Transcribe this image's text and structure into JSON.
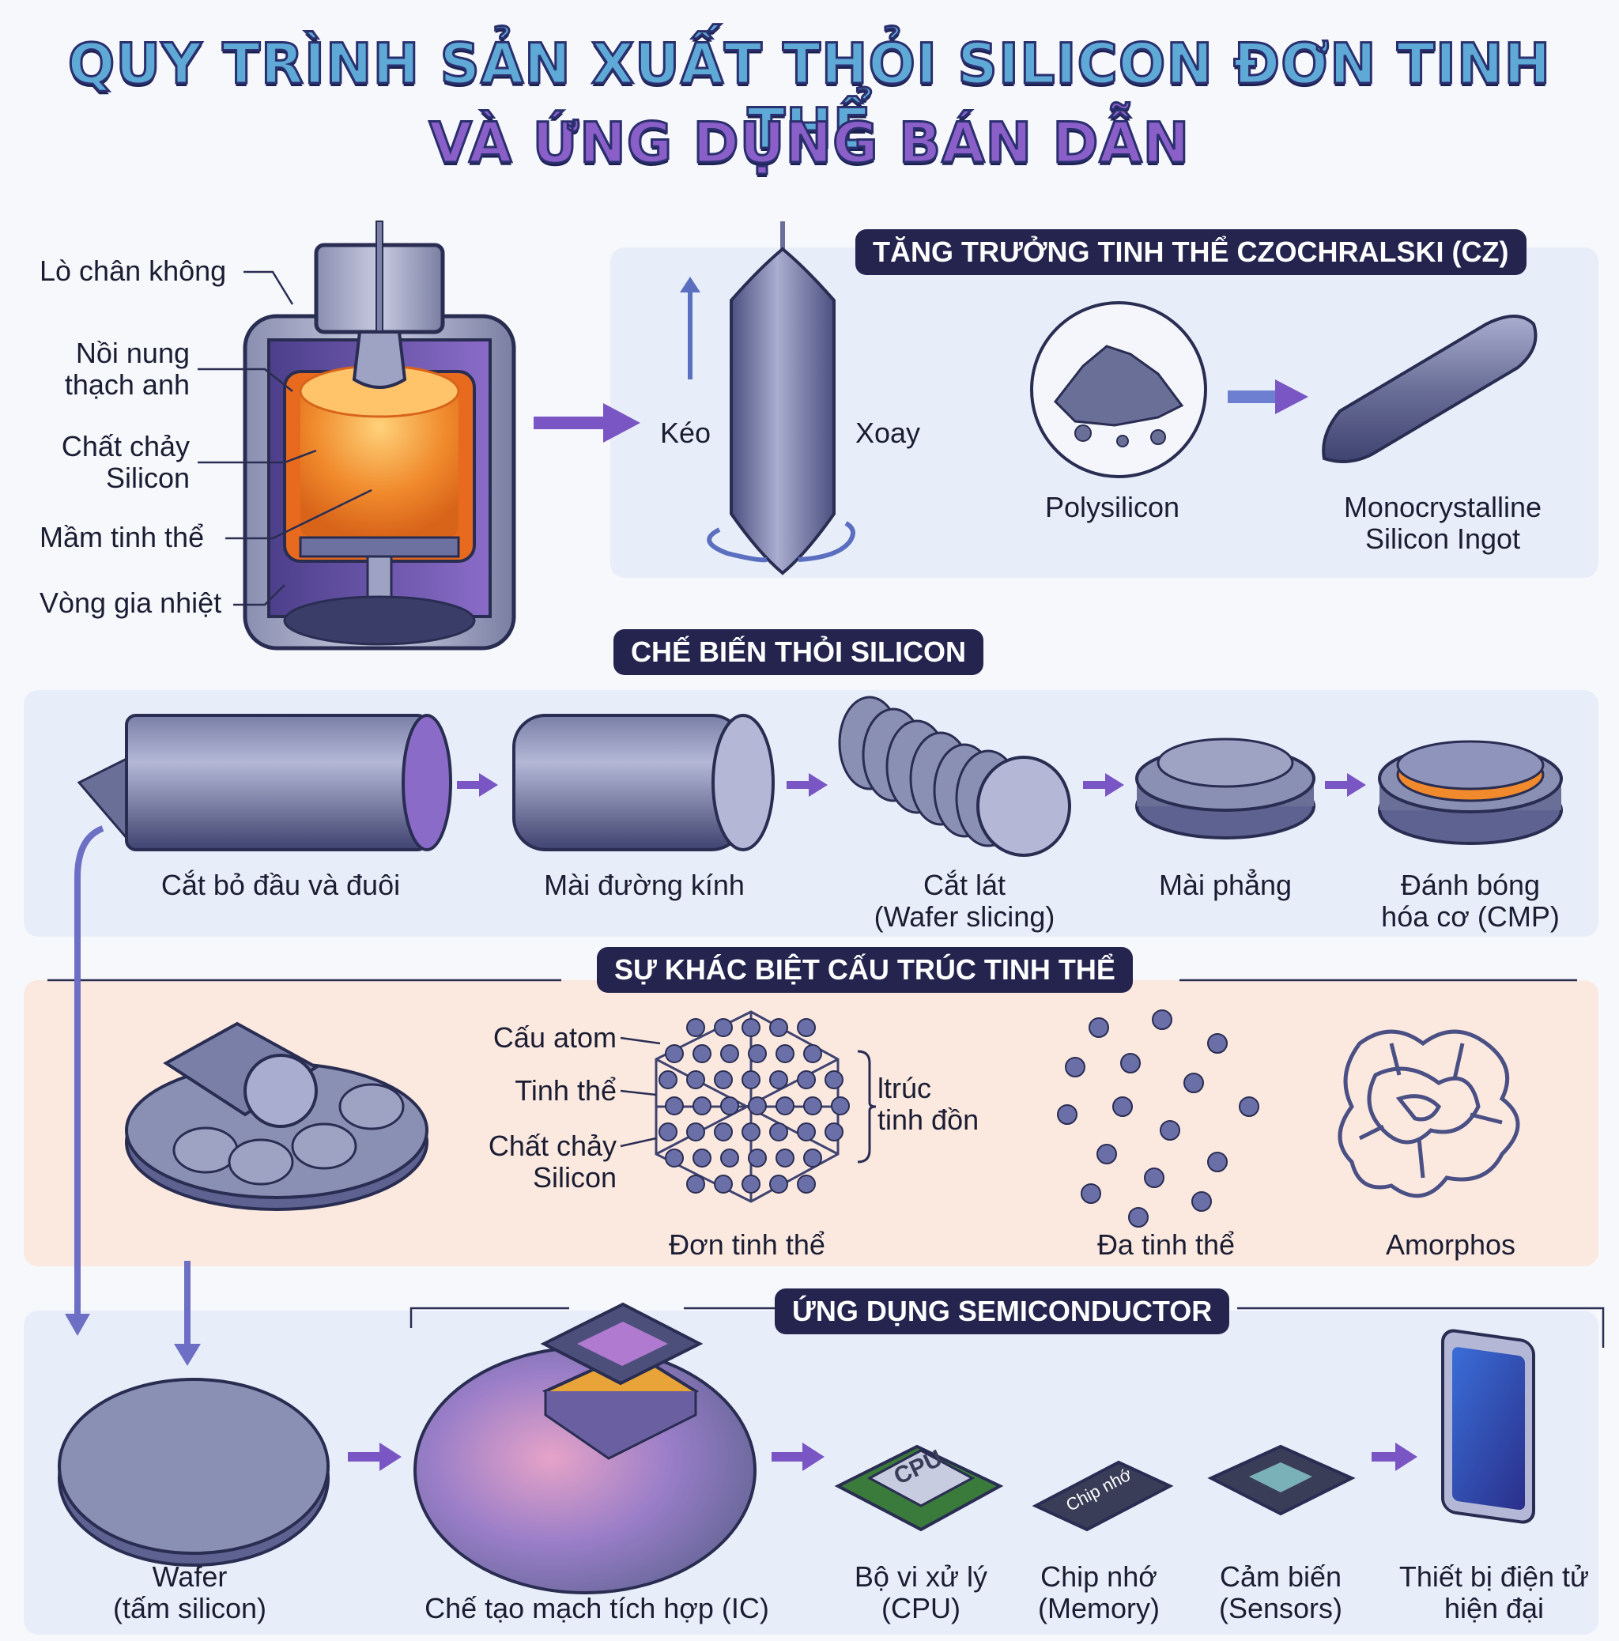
{
  "title": {
    "line1": "QUY TRÌNH SẢN XUẤT THỎI SILICON ĐƠN TINH THỂ",
    "line2": "VÀ ỨNG DỤNG BÁN DẪN"
  },
  "furnace": {
    "labels": {
      "vacuum": "Lò chân không",
      "crucible_1": "Nồi nung",
      "crucible_2": "thạch anh",
      "melt_1": "Chất chảy",
      "melt_2": "Silicon",
      "seed": "Mầm tinh thể",
      "heater": "Vòng gia nhiệt"
    }
  },
  "cz": {
    "badge": "TĂNG TRƯỞNG TINH THỂ CZOCHRALSKI (CZ)",
    "pull": "Kéo",
    "rotate": "Xoay",
    "poly": "Polysilicon",
    "mono_1": "Monocrystalline",
    "mono_2": "Silicon Ingot"
  },
  "processing": {
    "badge": "CHẾ BIẾN THỎI SILICON",
    "steps": [
      {
        "l1": "Cắt bỏ đầu và đuôi",
        "l2": ""
      },
      {
        "l1": "Mài đường kính",
        "l2": ""
      },
      {
        "l1": "Cắt lát",
        "l2": "(Wafer slicing)"
      },
      {
        "l1": "Mài phẳng",
        "l2": ""
      },
      {
        "l1": "Đánh bóng",
        "l2": "hóa cơ (CMP)"
      }
    ]
  },
  "structure": {
    "badge": "SỰ KHÁC BIỆT CẤU TRÚC TINH THỂ",
    "atom": "Cấu atom",
    "crystal": "Tinh thể",
    "melt_1": "Chất chảy",
    "melt_2": "Silicon",
    "bracket_1": "ltrúc",
    "bracket_2": "tinh đồn",
    "single": "Đơn tinh thể",
    "poly": "Đa tinh thể",
    "amorphous": "Amorphos"
  },
  "applications": {
    "badge": "ỨNG DỤNG SEMICONDUCTOR",
    "wafer_1": "Wafer",
    "wafer_2": "(tấm silicon)",
    "ic": "Chế tạo mạch tích hợp (IC)",
    "cpu_chip": "CPU",
    "cpu_1": "Bộ vi xử lý",
    "cpu_2": "(CPU)",
    "mem_chip": "Chip nhớ",
    "mem_1": "Chip nhớ",
    "mem_2": "(Memory)",
    "sensor_1": "Cảm biến",
    "sensor_2": "(Sensors)",
    "device_1": "Thiết bị điện tử",
    "device_2": "hiện đại"
  },
  "colors": {
    "navy": "#24244f",
    "purple_arrow": "#7a56c4",
    "silicon": "#5d6290",
    "orange_melt": "#f08a2c",
    "panel_blue": "#e8eef9",
    "panel_peach": "#fbe9e0"
  }
}
